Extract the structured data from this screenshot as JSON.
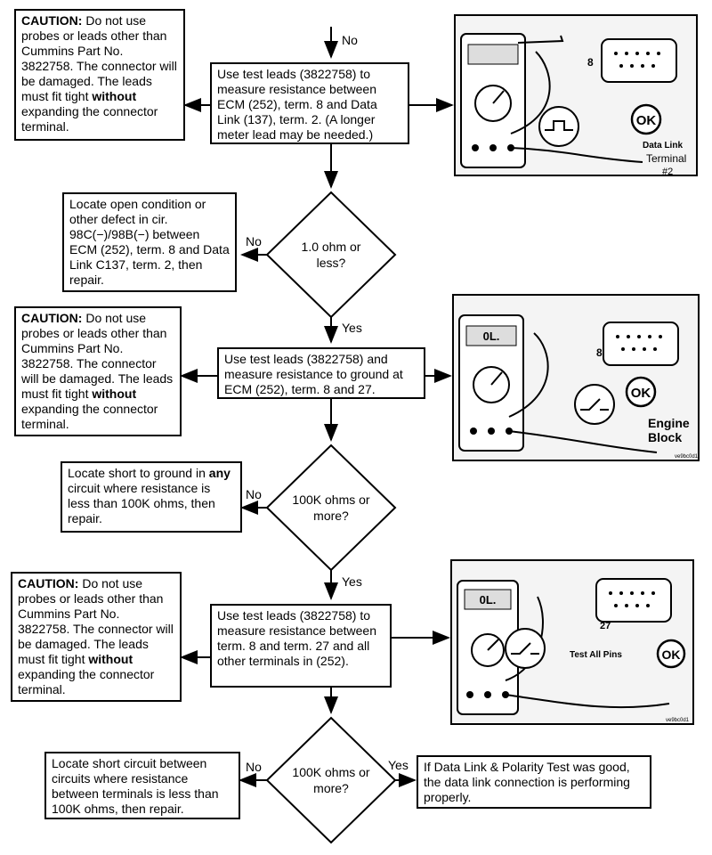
{
  "top_no": "No",
  "caution": {
    "title": "CAUTION:",
    "lead": " Do not use probes or leads other than Cummins Part No. 3822758. The connector will be damaged. The leads must fit tight ",
    "bold": "without",
    "tail": " expanding the connector terminal."
  },
  "step1": "Use test leads (3822758) to measure resistance between ECM (252), term. 8 and Data Link (137), term. 2. (A longer meter lead may be needed.)",
  "decision1": "1.0 ohm or less?",
  "decision1_no": "No",
  "decision1_yes": "Yes",
  "fix1": "Locate open condition or other defect in cir. 98C(−)/98B(−) between ECM (252), term. 8 and Data Link C137, term. 2, then repair.",
  "step2": "Use test leads (3822758) and measure resistance to ground at ECM (252), term. 8 and 27.",
  "decision2": "100K ohms or more?",
  "decision2_no": "No",
  "decision2_yes": "Yes",
  "fix2_pre": "Locate short to ground in ",
  "fix2_bold": "any",
  "fix2_post": " circuit where resistance is less than 100K ohms, then repair.",
  "step3": "Use test leads (3822758) to measure resistance between term. 8 and term. 27 and all other terminals in (252).",
  "decision3": "100K ohms or more?",
  "decision3_no": "No",
  "decision3_yes": "Yes",
  "fix3": "Locate short circuit between circuits where resistance between terminals is less than 100K ohms, then repair.",
  "result": "If Data Link & Polarity Test was good, the data link connection is performing properly.",
  "illus1": {
    "pin": "8",
    "ok": "OK",
    "label1": "Data Link",
    "label2": "Terminal",
    "label3": "#2"
  },
  "illus2": {
    "display": "0L.",
    "pin": "8",
    "ok": "OK",
    "label1": "Engine",
    "label2": "Block",
    "code": "ve9bc0d1"
  },
  "illus3": {
    "display": "0L.",
    "pin": "27",
    "ok": "OK",
    "label1": "Test All Pins",
    "code": "ve9bc0d1"
  }
}
